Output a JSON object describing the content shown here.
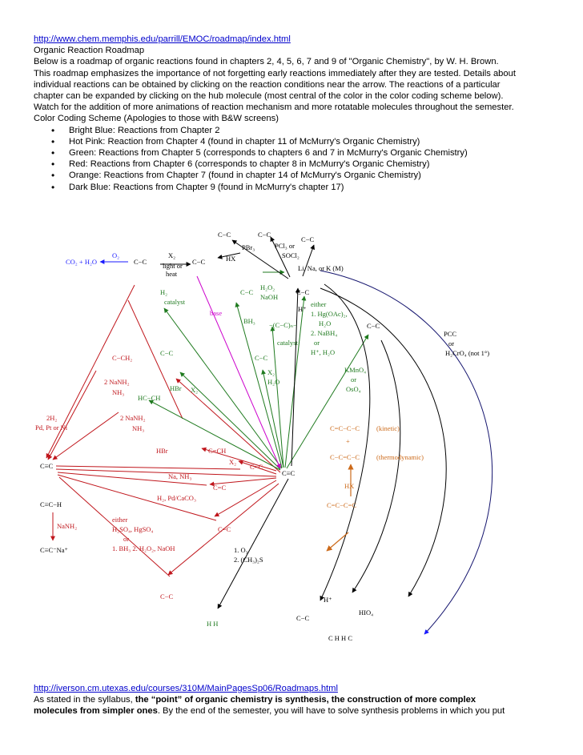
{
  "top": {
    "link": "http://www.chem.memphis.edu/parrill/EMOC/roadmap/index.html",
    "title": "Organic Reaction Roadmap",
    "intro_lines": [
      "Below is a roadmap of organic reactions found in chapters 2, 4, 5, 6, 7 and 9 of \"Organic Chemistry\", by W. H. Brown.",
      "This roadmap emphasizes the importance of not forgetting early reactions immediately after they are tested. Details about",
      "individual reactions can be obtained by clicking on the reaction conditions near the arrow. The reactions of a particular",
      "chapter can be expanded by clicking on the hub molecule (most central of the color in the color coding scheme below).",
      "Watch for the addition of more animations of reaction mechanism and more rotatable molecules throughout the semester."
    ],
    "coding_heading": "Color Coding Scheme (Apologies to those with B&W screens)",
    "color_items": [
      "Bright Blue: Reactions from Chapter 2",
      "Hot Pink: Reaction from Chapter 4 (found in chapter 11 of McMurry's Organic Chemistry)",
      "Green: Reactions from Chapter 5 (corresponds to chapters 6 and 7 in McMurry's Organic Chemistry)",
      "Red: Reactions from Chapter 6 (corresponds to chapter 8 in McMurry's Organic Chemistry)",
      "Orange: Reactions from Chapter 7 (found in chapter 14 of McMurry's Organic Chemistry)",
      "Dark Blue: Reactions from Chapter 9 (found in McMurry's chapter 17)"
    ]
  },
  "colors": {
    "link": "#0000cc",
    "bright_blue": "#1a1aff",
    "pink": "#cc00cc",
    "green": "#1f7a1f",
    "red": "#c0161c",
    "orange": "#cc6a1a",
    "dark_blue": "#14146e"
  },
  "diagram": {
    "hub_alkyne": "C≡C",
    "alkyne_left": "C≡C",
    "terminal_alkyne": "C≡C−H",
    "acetylide": "C≡C⁻Na⁺",
    "nanh2_vertical": "NaNH₂",
    "h2_pd": "2H₂",
    "pd_ptni": "Pd, Pt or Ni",
    "nanh2_2_a": "2 NaNH₂",
    "nh3_a": "NH₃",
    "nanh2_2_b": "2 NaNH₂",
    "nh3_b": "NH₃",
    "hbr_red": "HBr",
    "x2_red": "X₂",
    "na_nh3": "Na, NH₃",
    "h2_lindlar": "H₂, Pd/CaCO₃",
    "either": "either",
    "hgso4": "H₂SO₄, HgSO₄",
    "or": "or",
    "bh3_seq": "1. BH₃  2. H₂O₂, NaOH",
    "ozone_1": "1. O₃",
    "ozone_2": "2. (CH₃)₂S",
    "co2_h2o": "CO₂ + H₂O",
    "o2": "O₂",
    "x2_top": "X₂",
    "light_heat_1": "light or",
    "light_heat_2": "heat",
    "hx_top": "HX",
    "pbr3": "PBr₃",
    "pcl3_1": "PCl₃ or",
    "pcl3_2": "SOCl₂",
    "li_na_k": "Li, Na, or K (M)",
    "h2_catalyst_1": "H₂",
    "h2_catalyst_2": "catalyst",
    "base": "base",
    "h2o2": "H₂O₂",
    "naoh": "NaOH",
    "bh3": "BH₃",
    "polymer": "−(C−C)ₙ−",
    "catalyst": "catalyst",
    "h_plus": "H⁺",
    "hg_1": "either",
    "hg_2": "1. Hg(OAc)₂,",
    "hg_3": "H₂O",
    "hg_4": "2. NaBH₄",
    "hg_5": "or",
    "hg_6": "H⁺, H₂O",
    "x2_h2o_1": "X₂",
    "x2_h2o_2": "H₂O",
    "hbr_green": "HBr",
    "x2_green": "X₂",
    "kmno4_1": "KMnO₄",
    "kmno4_2": "or",
    "kmno4_3": "OsO₄",
    "pcc_1": "PCC",
    "pcc_2": "or",
    "pcc_3": "H₂CrO₄ (not 1°)",
    "kinetic": "(kinetic)",
    "thermo": "(thermodynamic)",
    "hx_orange": "HX",
    "diene": "C=C−C=C",
    "plus": "+",
    "h_plus_bottom": "H⁺",
    "hio4": "HIO₄"
  },
  "bottom": {
    "link": "http://iverson.cm.utexas.edu/courses/310M/MainPagesSp06/Roadmaps.html",
    "line1_plain": "As stated in the syllabus, ",
    "line1_bold": "the “point” of organic chemistry is synthesis, the construction of more complex",
    "line2_bold": "molecules from simpler ones",
    "line2_plain": ". By the end of the semester, you will have to solve synthesis problems in which you put"
  }
}
